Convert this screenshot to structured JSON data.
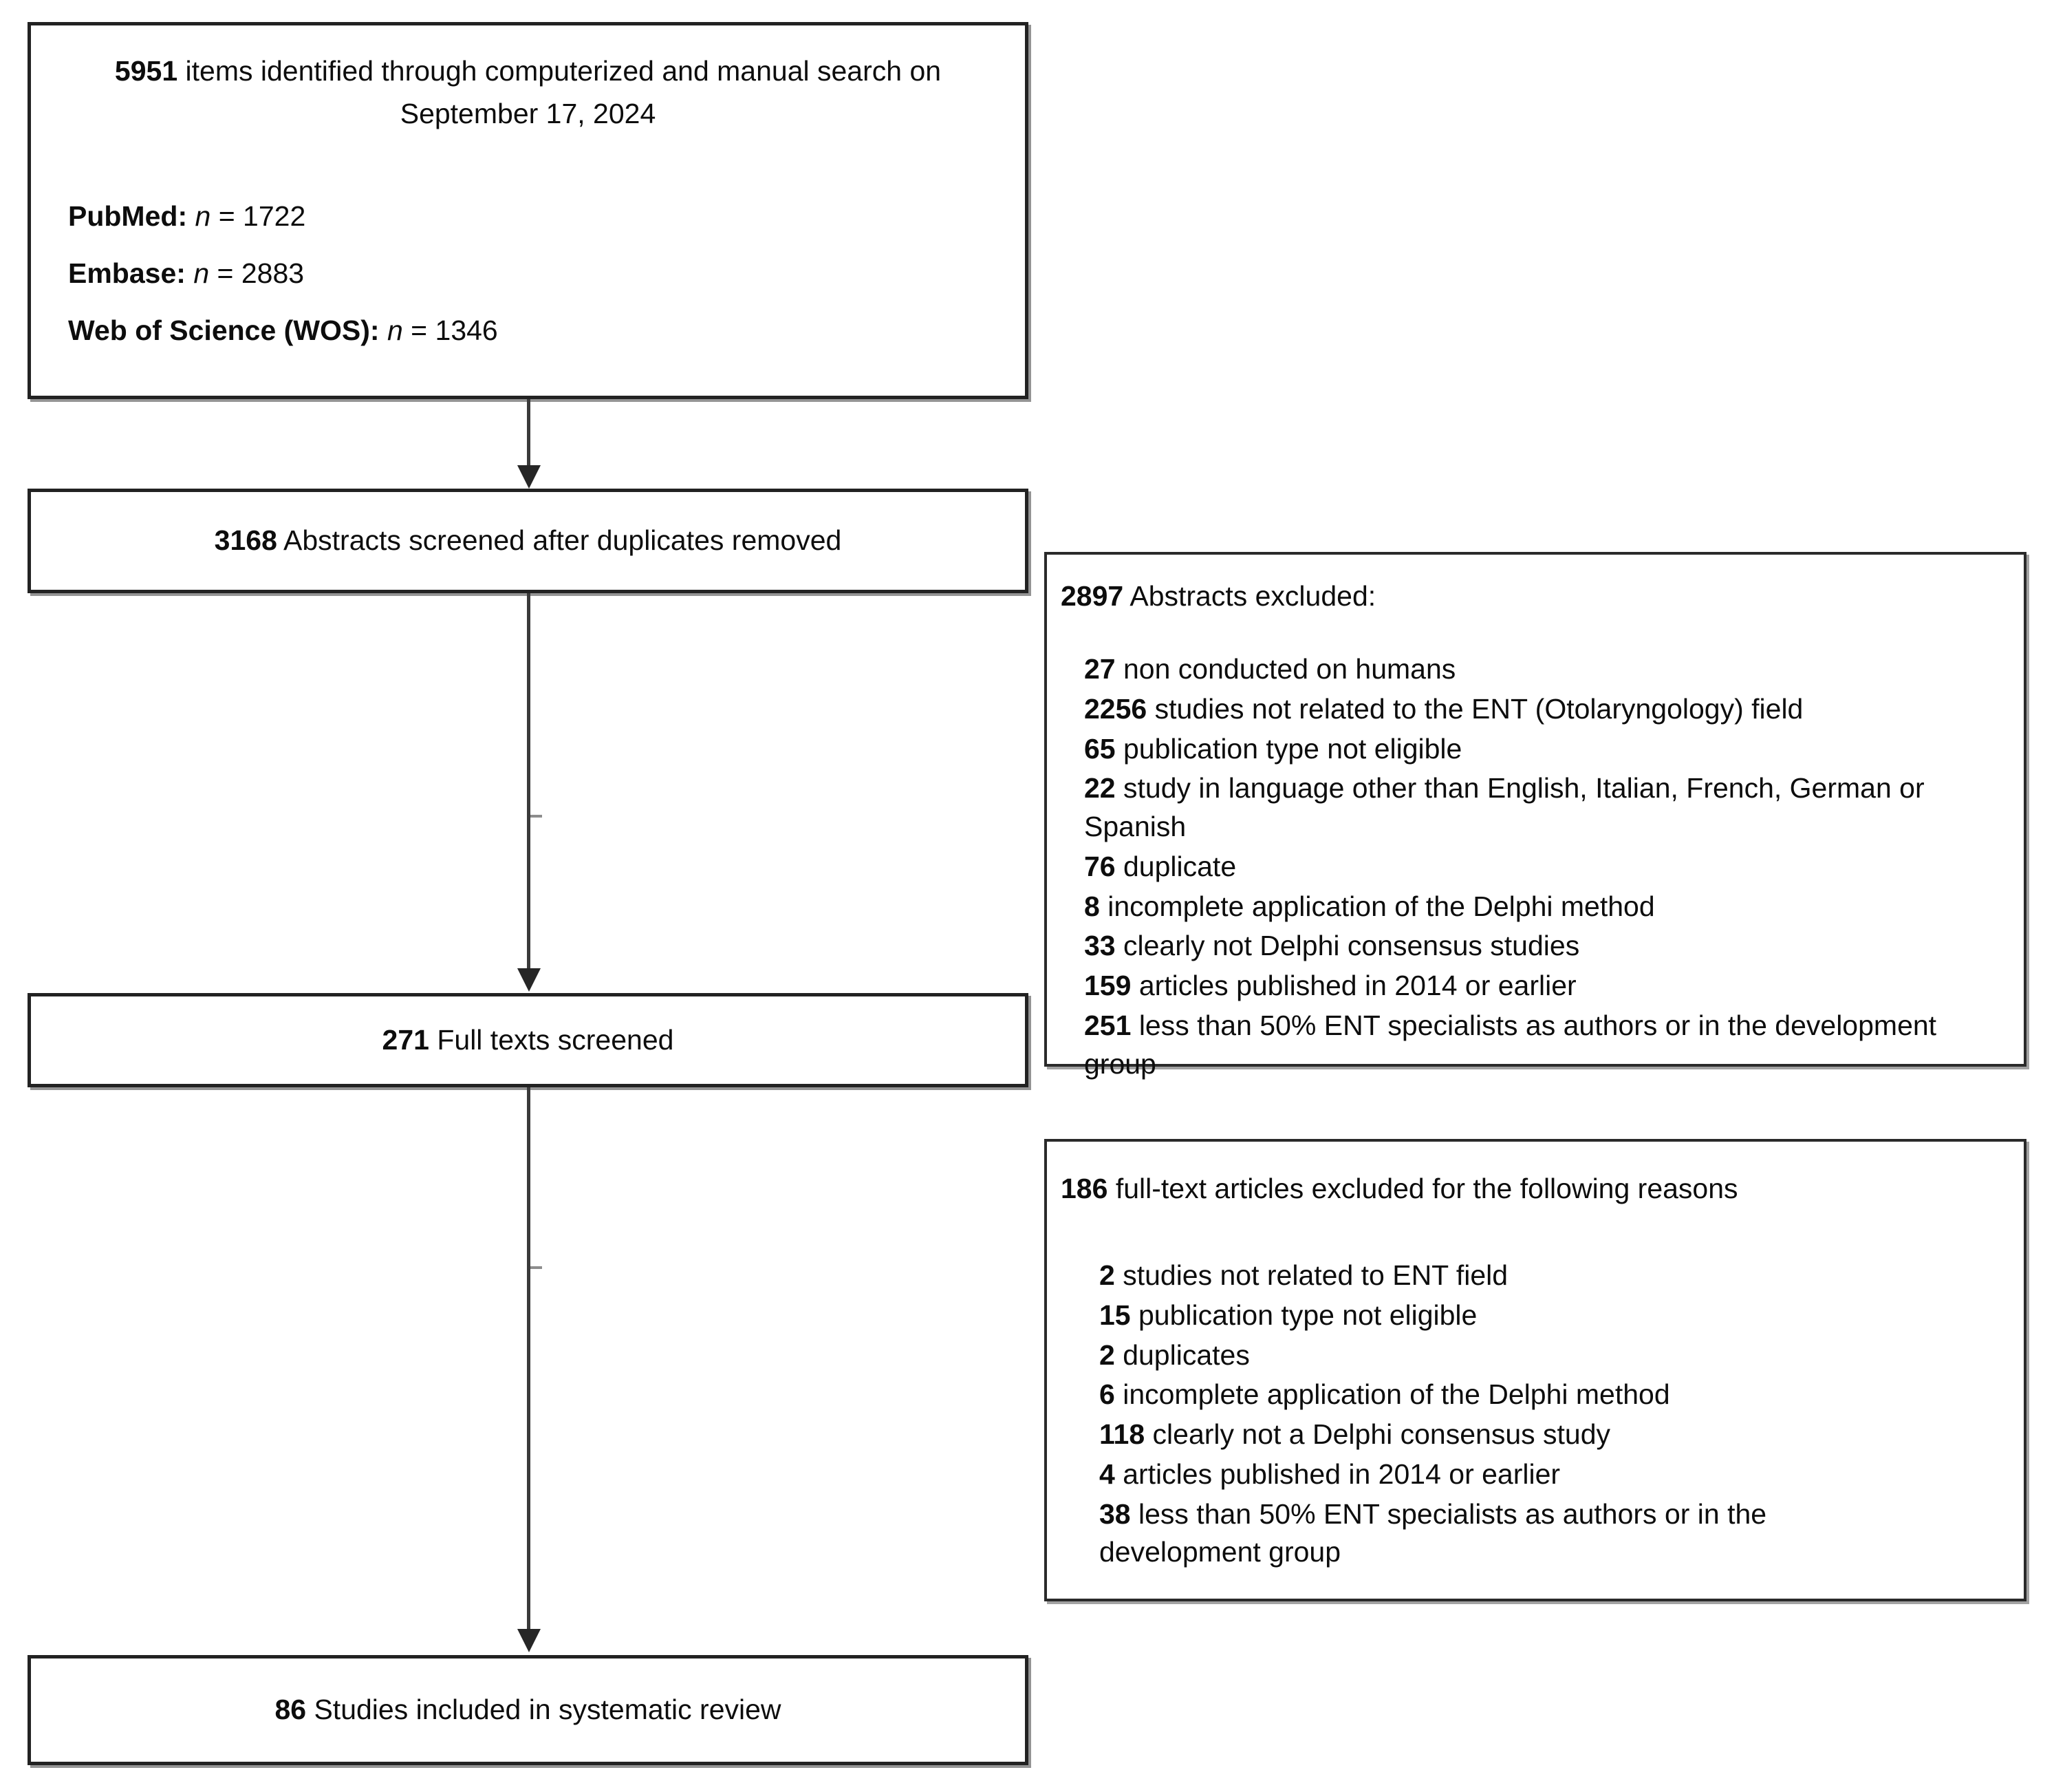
{
  "diagram": {
    "title": "PRISMA study selection flow diagram",
    "identification": {
      "count": "5951",
      "headline_rest": " items identified through computerized and manual search on September 17, 2024",
      "databases": [
        {
          "name": "PubMed",
          "sep": ": ",
          "n_label": "n",
          "eq": " = ",
          "value": "1722"
        },
        {
          "name": "Embase",
          "sep": ": ",
          "n_label": "n",
          "eq": " = ",
          "value": "2883"
        },
        {
          "name": "Web of Science (WOS)",
          "sep": ": ",
          "n_label": "n",
          "eq": " = ",
          "value": "1346"
        }
      ]
    },
    "abstracts_screened": {
      "count": "3168",
      "label": " Abstracts screened after duplicates removed"
    },
    "abstracts_excluded": {
      "count": "2897",
      "label": " Abstracts excluded:",
      "reasons": [
        {
          "count": "27",
          "text": " non conducted on humans"
        },
        {
          "count": "2256",
          "text": " studies not related to the ENT (Otolaryngology) field"
        },
        {
          "count": "65",
          "text": " publication type not eligible"
        },
        {
          "count": "22",
          "text": " study in language other than English, Italian, French, German or Spanish"
        },
        {
          "count": "76",
          "text": " duplicate"
        },
        {
          "count": "8",
          "text": " incomplete application of the Delphi method"
        },
        {
          "count": "33",
          "text": " clearly not Delphi consensus studies"
        },
        {
          "count": "159",
          "text": " articles published in 2014 or earlier"
        },
        {
          "count": "251",
          "text": " less than 50% ENT specialists as authors or in the development group"
        }
      ]
    },
    "fulltexts_screened": {
      "count": "271",
      "label": " Full texts screened"
    },
    "fulltexts_excluded": {
      "count": "186",
      "label": " full-text articles excluded for the following reasons",
      "reasons": [
        {
          "count": "2",
          "text": " studies not related to ENT field"
        },
        {
          "count": "15",
          "text": " publication type not eligible"
        },
        {
          "count": "2",
          "text": " duplicates"
        },
        {
          "count": "6",
          "text": " incomplete application of the Delphi method"
        },
        {
          "count": "118",
          "text": " clearly not a Delphi consensus study"
        },
        {
          "count": "4",
          "text": " articles published in 2014 or earlier"
        },
        {
          "count": "38",
          "text": " less than 50% ENT specialists as authors or in the development group"
        }
      ]
    },
    "included": {
      "count": "86",
      "label": " Studies included in systematic review"
    }
  }
}
